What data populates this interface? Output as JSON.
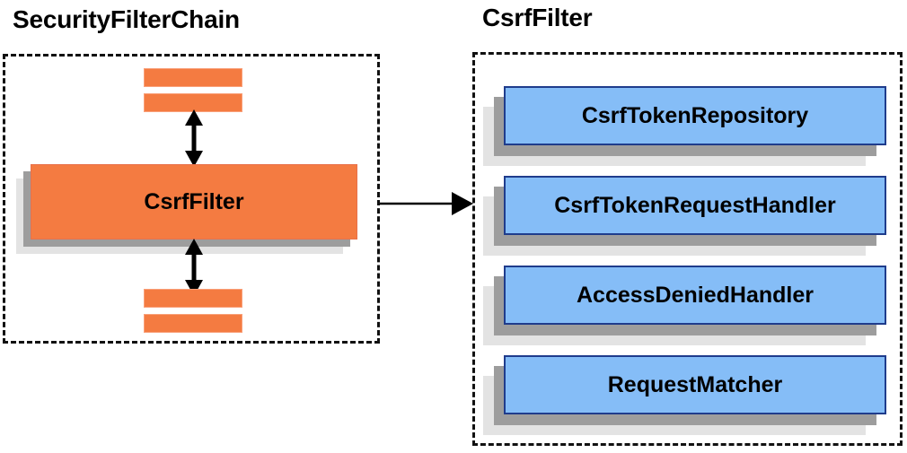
{
  "diagram": {
    "title_left": "SecurityFilterChain",
    "title_right": "CsrfFilter",
    "colors": {
      "orange_fill": "#F47B41",
      "orange_border": "#F9A07A",
      "blue_fill": "#85BDF7",
      "blue_border": "#1F3C8C",
      "shadow_near": "#9D9D9D",
      "shadow_far": "#E3E3E3",
      "panel_border": "#111111",
      "arrow": "#000000",
      "background": "#FFFFFF"
    }
  },
  "left_panel": {
    "title": "SecurityFilterChain",
    "highlighted_filter": "CsrfFilter",
    "top_bars": [
      {
        "name": "filter-bar-top-1"
      },
      {
        "name": "filter-bar-top-2"
      }
    ],
    "bottom_bars": [
      {
        "name": "filter-bar-bottom-1"
      },
      {
        "name": "filter-bar-bottom-2"
      }
    ]
  },
  "right_panel": {
    "title": "CsrfFilter",
    "components": [
      {
        "label": "CsrfTokenRepository"
      },
      {
        "label": "CsrfTokenRequestHandler"
      },
      {
        "label": "AccessDeniedHandler"
      },
      {
        "label": "RequestMatcher"
      }
    ]
  },
  "connectors": {
    "chain_to_detail": "arrow-right",
    "filter_up": "arrow-double-vertical-top",
    "filter_down": "arrow-double-vertical-bottom"
  }
}
